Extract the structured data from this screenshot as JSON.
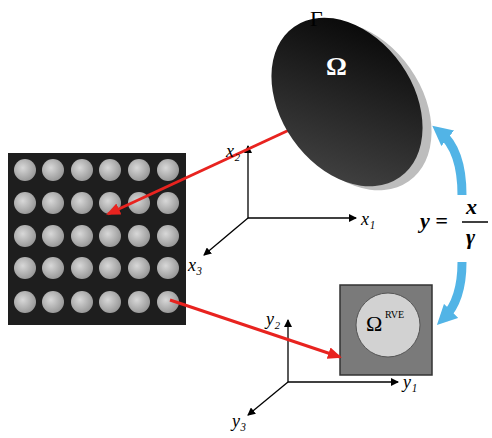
{
  "diagram": {
    "nodes": [
      {
        "text": [
          "Γ",
          "Ω"
        ]
      },
      {
        "text": [
          "Ω",
          "RVE"
        ]
      }
    ],
    "labels": [
      "x₂",
      "x₁",
      "x₃",
      "y =",
      "x",
      "γ",
      "y₂",
      "y₁",
      "y₃"
    ]
  }
}
